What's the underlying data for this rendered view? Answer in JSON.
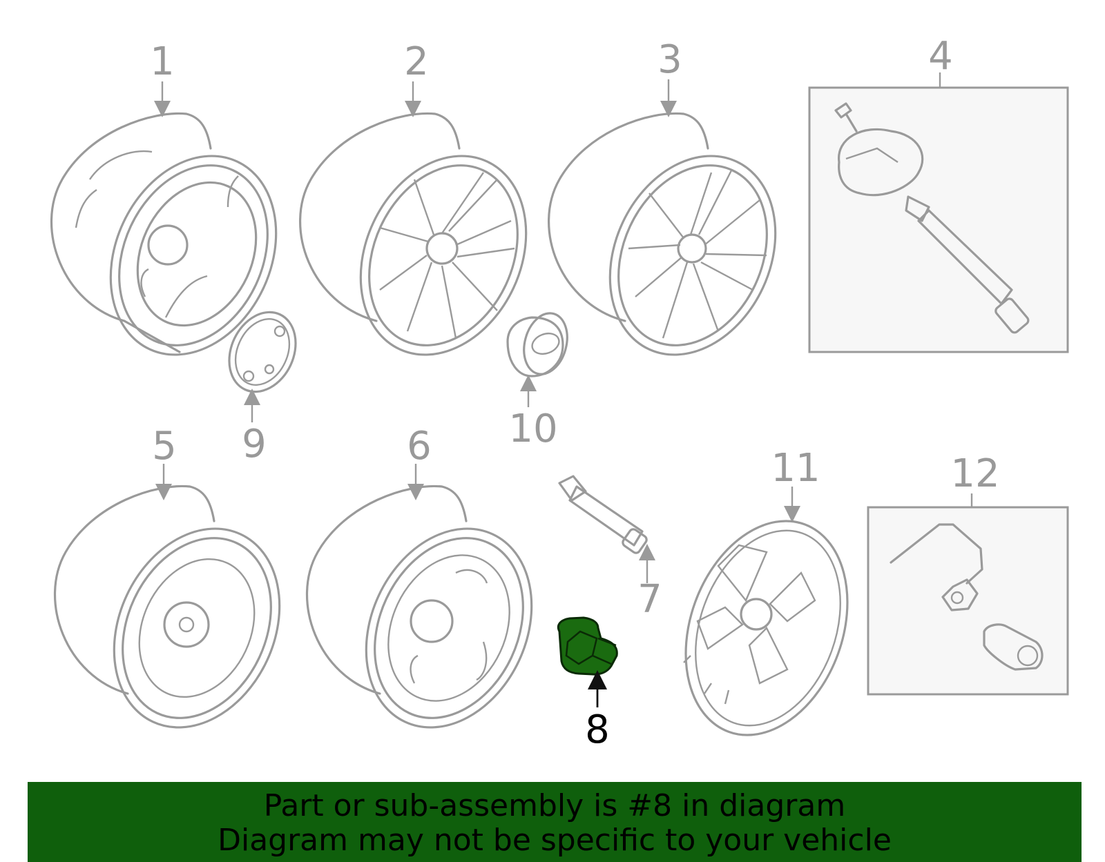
{
  "diagram": {
    "callouts": [
      "1",
      "2",
      "3",
      "4",
      "5",
      "6",
      "7",
      "8",
      "9",
      "10",
      "11",
      "12"
    ],
    "highlighted_part": "8"
  },
  "banner": {
    "line1": "Part or sub-assembly is #8 in diagram",
    "line2": "Diagram may not be specific to your vehicle"
  },
  "colors": {
    "line_art": "#9a9a9a",
    "highlight_fill": "#1a6b10",
    "banner_bg": "#0f5f0c",
    "box_bg": "#f7f7f7"
  }
}
